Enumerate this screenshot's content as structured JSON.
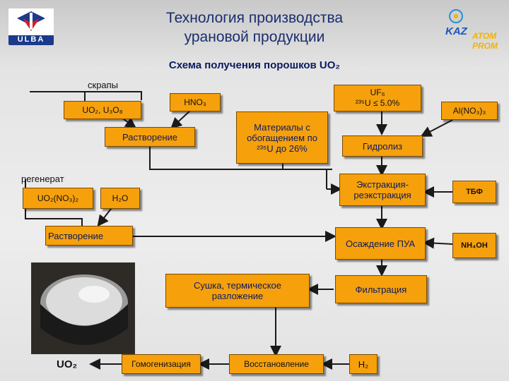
{
  "title_line1": "Технология производства",
  "title_line2": "урановой продукции",
  "subtitle": "Схема получения порошков UO₂",
  "logos": {
    "left_text": "ULBA",
    "right_top": "KAZ",
    "right_mid": "ATOM",
    "right_bottom": "PROM"
  },
  "labels": {
    "scraps": "скрапы",
    "regenerat": "регенерат",
    "uo2_product": "UO₂"
  },
  "boxes": {
    "uo2_u3o8": "UO₂, U₃O₈",
    "hno3": "HNO₃",
    "uf6": "UF₆",
    "uf6_enrich": "²³⁵U ≤ 5.0%",
    "al_no3": "Al(NO₃)₃",
    "dissolution1": "Растворение",
    "materials": "Материалы с обогащением по ²³⁵U до 26%",
    "hydrolysis": "Гидролиз",
    "uo2_no3": "UO₂(NO₃)₂",
    "h2o": "H₂O",
    "extraction": "Экстракция-реэкстракция",
    "tbf": "ТБФ",
    "dissolution2": "Растворение",
    "precipitation": "Осаждение ПУА",
    "nh4oh": "NH₄OH",
    "drying": "Сушка, термическое разложение",
    "filtration": "Фильтрация",
    "homogenization": "Гомогенизация",
    "reduction": "Восстановление",
    "h2": "H₂"
  },
  "colors": {
    "box": "#f6a00c",
    "arrow": "#1a1a1a",
    "title": "#1a2e6e"
  },
  "icons": {
    "photo": "uo2-powder-container-photo"
  }
}
